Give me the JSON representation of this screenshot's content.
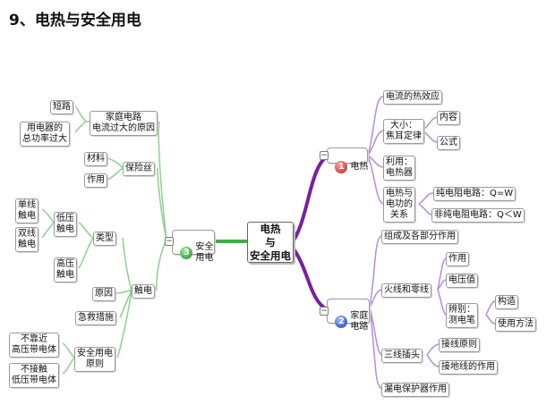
{
  "title": "9、电热与安全用电",
  "central": "电热\n与\n安全用电",
  "branches": {
    "b1": {
      "num": "1",
      "label": "电热"
    },
    "b2": {
      "num": "2",
      "label": "家庭\n电路"
    },
    "b3": {
      "num": "3",
      "label": "安全\n用电"
    }
  },
  "nodes": {
    "rdxy": "电流的热效应",
    "dx": "大小：\n焦耳定律",
    "nr": "内容",
    "gs": "公式",
    "ly": "利用：\n电热器",
    "dgx": "电热与\n电功的\n关系",
    "cdz": "纯电阻电路：Q=W",
    "fcdz": "非纯电阻电路：Q＜W",
    "zc": "组成及各部分作用",
    "hx": "火线和零线",
    "zy": "作用",
    "dyz": "电压值",
    "bb": "辨别：\n测电笔",
    "gz": "构造",
    "syff": "使用方法",
    "sk": "三线插头",
    "jxyl": "接线原则",
    "jdx": "接地线的作用",
    "ldbhq": "漏电保护器作用",
    "jtdl": "家庭电路\n电流过大的原因",
    "dl": "短路",
    "zgl": "用电器的\n总功率过大",
    "bxs": "保险丝",
    "cl": "材料",
    "zy2": "作用",
    "lx": "类型",
    "dy": "低压\n触电",
    "dxcd": "单线\n触电",
    "sxcd": "双线\n触电",
    "gy": "高压\n触电",
    "cd": "触电",
    "yy": "原因",
    "jjcs": "急救措施",
    "aq": "安全用电\n原则",
    "bkj": "不靠近\n高压带电体",
    "bjc": "不接触\n低压带电体"
  },
  "colors": {
    "purple": "#7a1fa2",
    "green": "#3fae48",
    "lightpurple": "#b98ad6",
    "lightgreen": "#8fd08f"
  }
}
